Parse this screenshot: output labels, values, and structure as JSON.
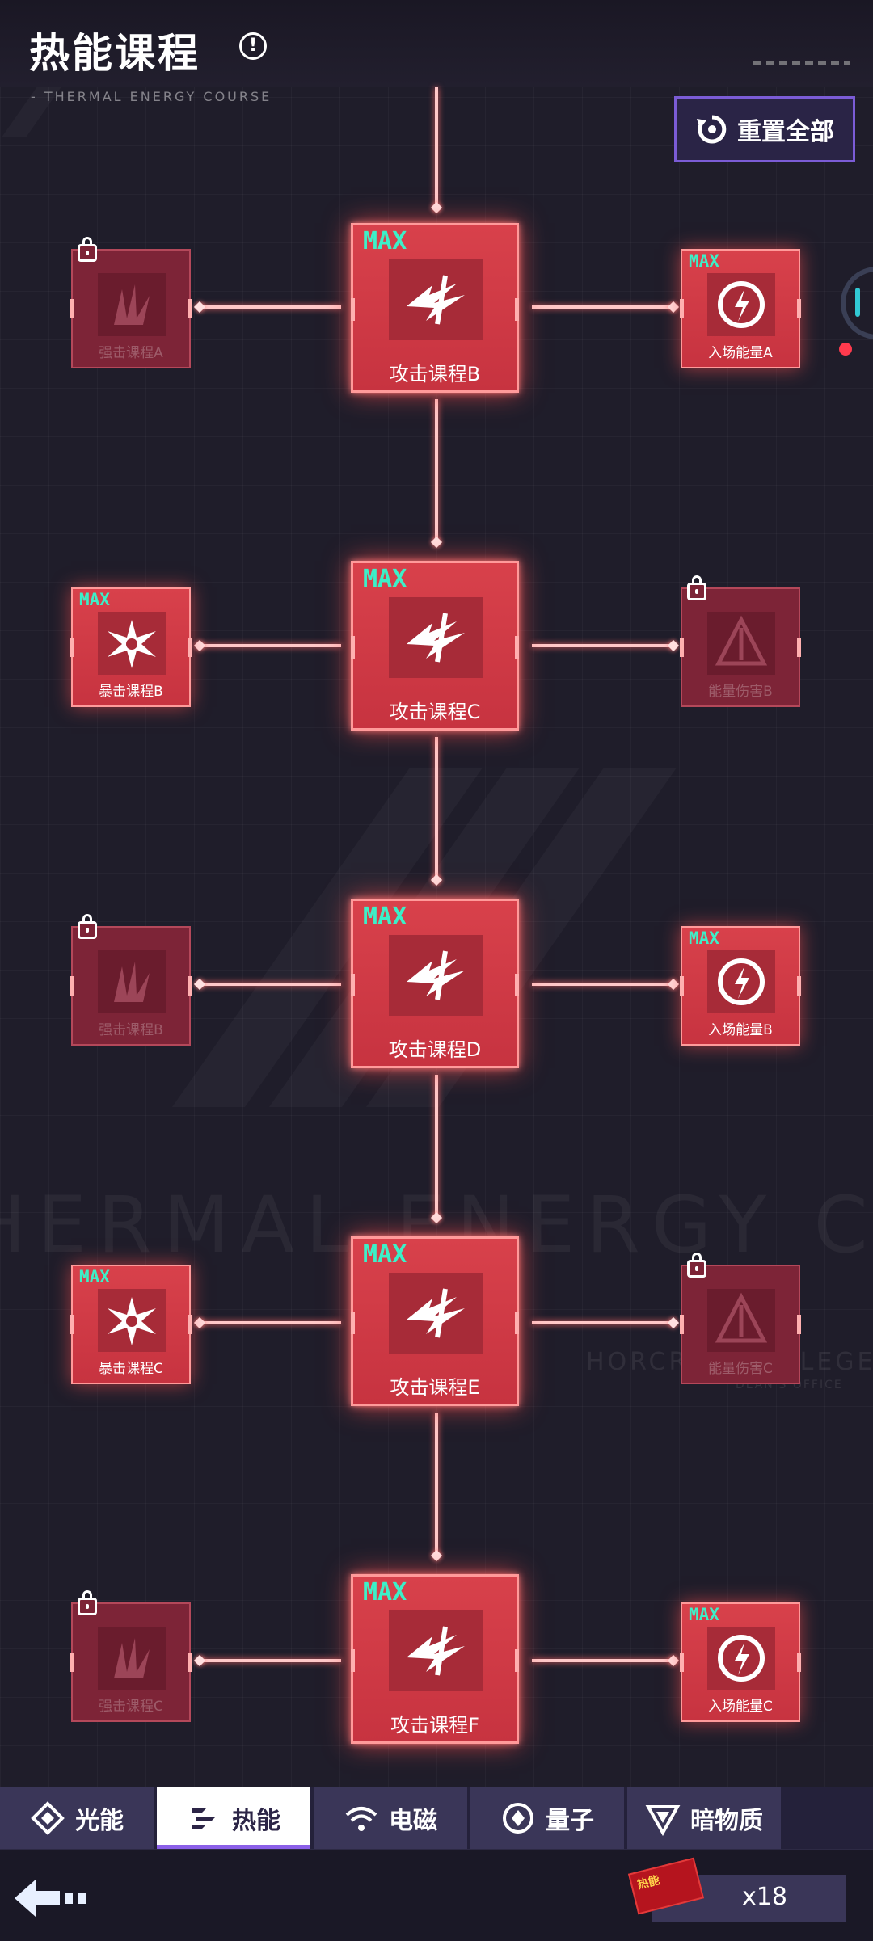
{
  "header": {
    "title": "热能课程",
    "subtitle": "THERMAL ENERGY COURSE",
    "reset_label": "重置全部"
  },
  "background": {
    "big_text": "HERMAL ENERGY COUR",
    "logo_text": "HORCRUX COLLEGE",
    "logo_sub": "DEAN'S OFFICE"
  },
  "nodes": {
    "main": [
      {
        "label": "攻击课程B",
        "max": "MAX"
      },
      {
        "label": "攻击课程C",
        "max": "MAX"
      },
      {
        "label": "攻击课程D",
        "max": "MAX"
      },
      {
        "label": "攻击课程E",
        "max": "MAX"
      },
      {
        "label": "攻击课程F",
        "max": "MAX"
      }
    ],
    "left": [
      {
        "label": "强击课程A",
        "max": "",
        "locked": true
      },
      {
        "label": "暴击课程B",
        "max": "MAX",
        "locked": false
      },
      {
        "label": "强击课程B",
        "max": "",
        "locked": true
      },
      {
        "label": "暴击课程C",
        "max": "MAX",
        "locked": false
      },
      {
        "label": "强击课程C",
        "max": "",
        "locked": true
      }
    ],
    "right": [
      {
        "label": "入场能量A",
        "max": "MAX",
        "locked": false
      },
      {
        "label": "能量伤害B",
        "max": "",
        "locked": true
      },
      {
        "label": "入场能量B",
        "max": "MAX",
        "locked": false
      },
      {
        "label": "能量伤害C",
        "max": "",
        "locked": true
      },
      {
        "label": "入场能量C",
        "max": "MAX",
        "locked": false
      }
    ]
  },
  "tabs": [
    {
      "label": "光能",
      "icon": "light-energy-icon",
      "active": false
    },
    {
      "label": "热能",
      "icon": "thermal-energy-icon",
      "active": true
    },
    {
      "label": "电磁",
      "icon": "electromagnetic-icon",
      "active": false
    },
    {
      "label": "量子",
      "icon": "quantum-icon",
      "active": false
    },
    {
      "label": "暗物质",
      "icon": "dark-matter-icon",
      "active": false
    }
  ],
  "footer": {
    "item_count": "x18",
    "ticket_text": "热能"
  },
  "colors": {
    "node_red": "#d8414b",
    "max_text": "#3cf0c8",
    "tab_accent": "#8b60e8",
    "reset_border": "#7b5cd6"
  }
}
